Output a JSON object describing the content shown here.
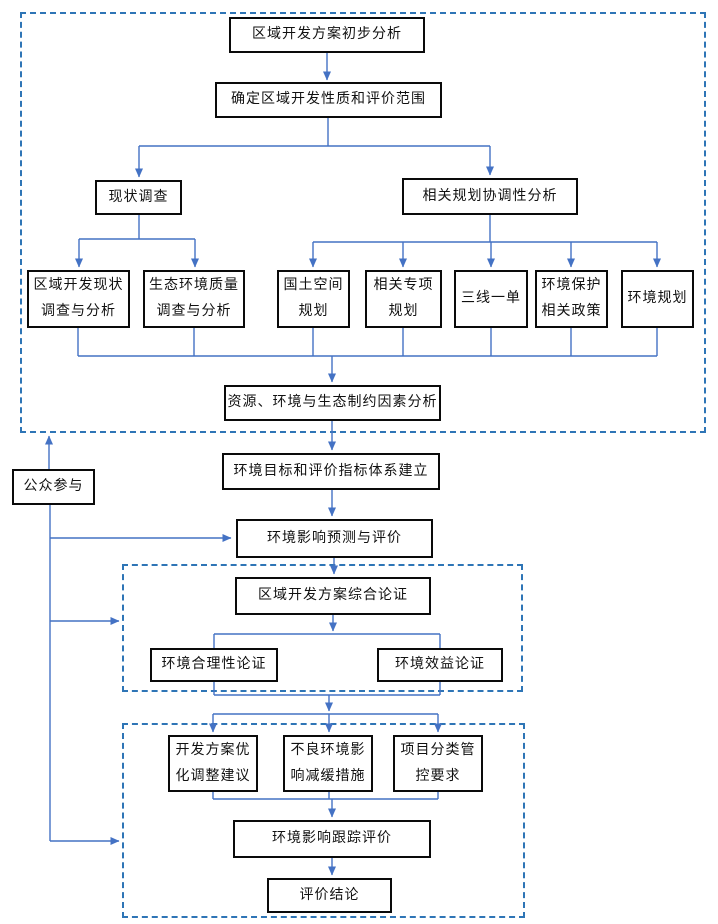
{
  "colors": {
    "connector": "#4472C4",
    "dashed_border": "#2E75B6",
    "node_border": "#000000",
    "background": "#FFFFFF"
  },
  "nodes": {
    "preliminary_analysis": {
      "label": "区域开发方案初步分析"
    },
    "define_scope": {
      "label": "确定区域开发性质和评价范围"
    },
    "status_survey": {
      "label": "现状调查"
    },
    "planning_coordination": {
      "label": "相关规划协调性分析"
    },
    "regional_dev_status": {
      "label": "区域开发现状\n调查与分析"
    },
    "eco_env_quality": {
      "label": "生态环境质量\n调查与分析"
    },
    "territorial_planning": {
      "label": "国土空间\n规划"
    },
    "special_planning": {
      "label": "相关专项\n规划"
    },
    "three_lines_one_list": {
      "label": "三线一单"
    },
    "env_protection_policy": {
      "label": "环境保护\n相关政策"
    },
    "env_planning": {
      "label": "环境规划"
    },
    "constraint_analysis": {
      "label": "资源、环境与生态制约因素分析"
    },
    "env_targets": {
      "label": "环境目标和评价指标体系建立"
    },
    "public_participation": {
      "label": "公众参与"
    },
    "impact_prediction": {
      "label": "环境影响预测与评价"
    },
    "comprehensive_demonstration": {
      "label": "区域开发方案综合论证"
    },
    "env_rationality": {
      "label": "环境合理性论证"
    },
    "env_benefit": {
      "label": "环境效益论证"
    },
    "optimization_suggestion": {
      "label": "开发方案优\n化调整建议"
    },
    "mitigation_measures": {
      "label": "不良环境影\n响减缓措施"
    },
    "project_classification": {
      "label": "项目分类管\n控要求"
    },
    "tracking_evaluation": {
      "label": "环境影响跟踪评价"
    },
    "conclusion": {
      "label": "评价结论"
    }
  }
}
